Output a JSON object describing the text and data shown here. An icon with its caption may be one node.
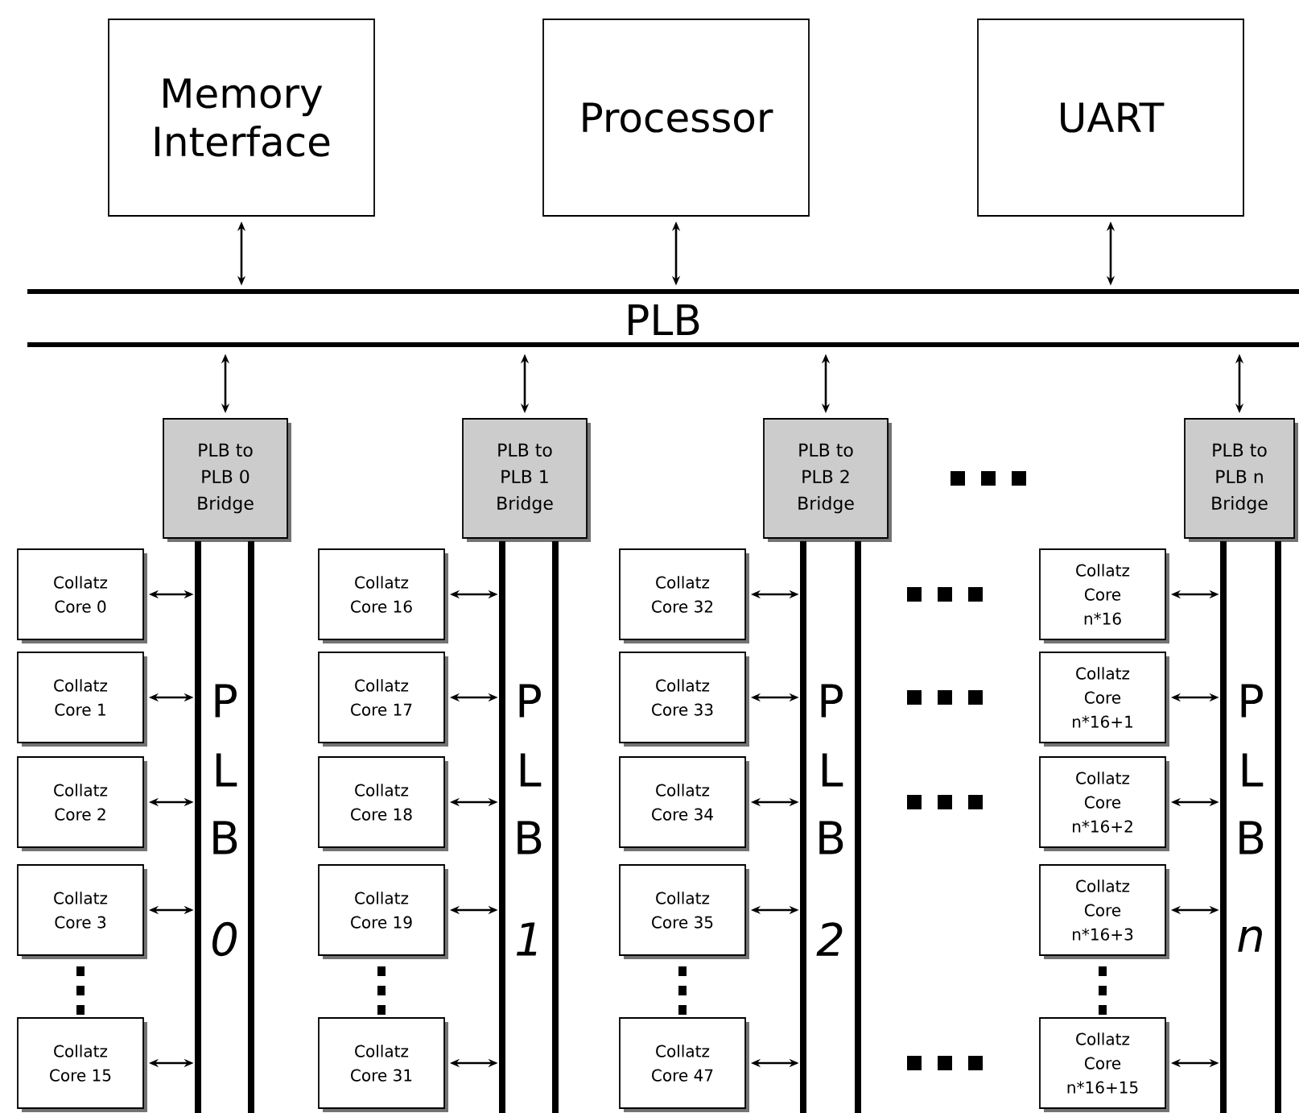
{
  "diagram": {
    "nodes": [
      {
        "text": [
          "Memory Interface"
        ]
      },
      {
        "text": [
          "Processor"
        ]
      },
      {
        "text": [
          "UART"
        ]
      },
      {
        "text": [
          "PLB"
        ]
      },
      {
        "text": [
          "PLB to PLB 0 Bridge"
        ]
      },
      {
        "text": [
          "PLB to PLB 1 Bridge"
        ]
      },
      {
        "text": [
          "PLB to PLB 2 Bridge"
        ]
      },
      {
        "text": [
          "PLB to PLB n Bridge"
        ]
      },
      {
        "text": [
          "P",
          "L",
          "B",
          "0"
        ]
      },
      {
        "text": [
          "Collatz Core 0"
        ]
      },
      {
        "text": [
          "Collatz Core 1"
        ]
      },
      {
        "text": [
          "Collatz Core 2"
        ]
      },
      {
        "text": [
          "Collatz Core 3"
        ]
      },
      {
        "text": [
          "Collatz Core 15"
        ]
      },
      {
        "text": [
          "P",
          "L",
          "B",
          "1"
        ]
      },
      {
        "text": [
          "Collatz Core 16"
        ]
      },
      {
        "text": [
          "Collatz Core 17"
        ]
      },
      {
        "text": [
          "Collatz Core 18"
        ]
      },
      {
        "text": [
          "Collatz Core 19"
        ]
      },
      {
        "text": [
          "Collatz Core 31"
        ]
      },
      {
        "text": [
          "P",
          "L",
          "B",
          "2"
        ]
      },
      {
        "text": [
          "Collatz Core 32"
        ]
      },
      {
        "text": [
          "Collatz Core 33"
        ]
      },
      {
        "text": [
          "Collatz Core 34"
        ]
      },
      {
        "text": [
          "Collatz Core 35"
        ]
      },
      {
        "text": [
          "Collatz Core 47"
        ]
      },
      {
        "text": [
          "P",
          "L",
          "B",
          "n"
        ]
      },
      {
        "text": [
          "Collatz Core n*16"
        ]
      },
      {
        "text": [
          "Collatz Core n*16+1"
        ]
      },
      {
        "text": [
          "Collatz Core n*16+2"
        ]
      },
      {
        "text": [
          "Collatz Core n*16+3"
        ]
      },
      {
        "text": [
          "Collatz Core n*16+15"
        ]
      }
    ],
    "edges": [
      {
        "from": 0,
        "to": 3,
        "arrow": "both"
      },
      {
        "from": 1,
        "to": 3,
        "arrow": "both"
      },
      {
        "from": 2,
        "to": 3,
        "arrow": "both"
      },
      {
        "from": 3,
        "to": 4,
        "arrow": "both"
      },
      {
        "from": 3,
        "to": 5,
        "arrow": "both"
      },
      {
        "from": 3,
        "to": 6,
        "arrow": "both"
      },
      {
        "from": 3,
        "to": 7,
        "arrow": "both"
      },
      {
        "from": 9,
        "to": 8,
        "arrow": "both"
      },
      {
        "from": 10,
        "to": 8,
        "arrow": "both"
      },
      {
        "from": 11,
        "to": 8,
        "arrow": "both"
      },
      {
        "from": 12,
        "to": 8,
        "arrow": "both"
      },
      {
        "from": 13,
        "to": 8,
        "arrow": "both"
      },
      {
        "from": 15,
        "to": 14,
        "arrow": "both"
      },
      {
        "from": 16,
        "to": 14,
        "arrow": "both"
      },
      {
        "from": 17,
        "to": 14,
        "arrow": "both"
      },
      {
        "from": 18,
        "to": 14,
        "arrow": "both"
      },
      {
        "from": 19,
        "to": 14,
        "arrow": "both"
      },
      {
        "from": 21,
        "to": 20,
        "arrow": "both"
      },
      {
        "from": 22,
        "to": 20,
        "arrow": "both"
      },
      {
        "from": 23,
        "to": 20,
        "arrow": "both"
      },
      {
        "from": 24,
        "to": 20,
        "arrow": "both"
      },
      {
        "from": 25,
        "to": 20,
        "arrow": "both"
      },
      {
        "from": 27,
        "to": 26,
        "arrow": "both"
      },
      {
        "from": 28,
        "to": 26,
        "arrow": "both"
      },
      {
        "from": 29,
        "to": 26,
        "arrow": "both"
      },
      {
        "from": 30,
        "to": 26,
        "arrow": "both"
      },
      {
        "from": 31,
        "to": 26,
        "arrow": "both"
      }
    ]
  }
}
